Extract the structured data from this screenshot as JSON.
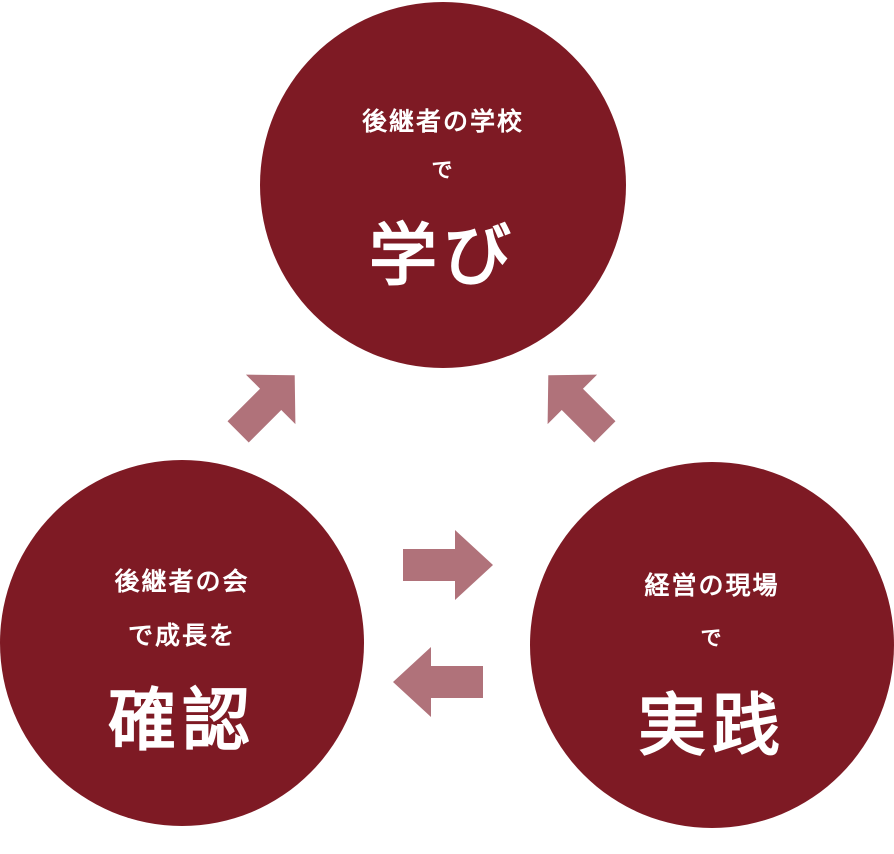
{
  "colors": {
    "circle": "#7e1a24",
    "arrow": "#b0727a",
    "text": "#ffffff"
  },
  "nodes": {
    "learn": {
      "line1": "後継者の学校",
      "line2": "で",
      "main": "学び"
    },
    "check": {
      "line1": "後継者の会",
      "line2": "で成長を",
      "main": "確認"
    },
    "practice": {
      "line1": "経営の現場",
      "line2": "で",
      "main": "実践"
    }
  }
}
